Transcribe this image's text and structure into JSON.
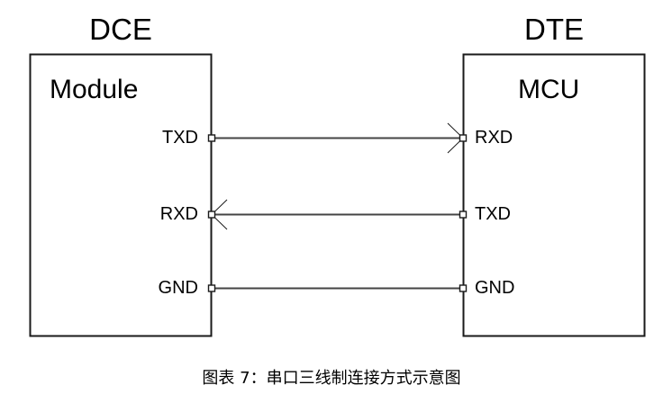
{
  "figure": {
    "caption": "图表 7：串口三线制连接方式示意图",
    "background_color": "#ffffff",
    "stroke_color": "#1a1a1a"
  },
  "left_device": {
    "header": "DCE",
    "name": "Module",
    "pins": [
      {
        "label": "TXD"
      },
      {
        "label": "RXD"
      },
      {
        "label": "GND"
      }
    ]
  },
  "right_device": {
    "header": "DTE",
    "name": "MCU",
    "pins": [
      {
        "label": "RXD"
      },
      {
        "label": "TXD"
      },
      {
        "label": "GND"
      }
    ]
  },
  "connections": [
    {
      "from": "DCE.TXD",
      "to": "DTE.RXD",
      "direction": "right"
    },
    {
      "from": "DTE.TXD",
      "to": "DCE.RXD",
      "direction": "left"
    },
    {
      "from": "DCE.GND",
      "to": "DTE.GND",
      "direction": "none"
    }
  ]
}
